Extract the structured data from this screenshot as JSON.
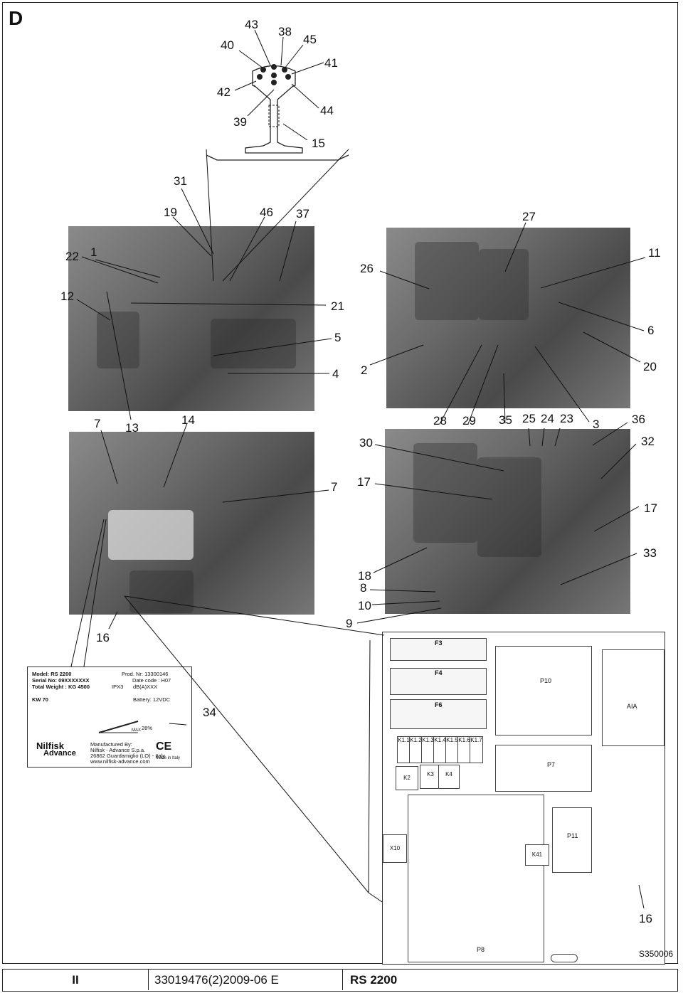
{
  "sheet": {
    "letter": "D",
    "code": "S350006"
  },
  "callouts": {
    "n43": "43",
    "n38": "38",
    "n40": "40",
    "n45": "45",
    "n41": "41",
    "n42": "42",
    "n44": "44",
    "n39": "39",
    "n15": "15",
    "n31": "31",
    "n19": "19",
    "n46": "46",
    "n37": "37",
    "n27": "27",
    "n22": "22",
    "n1": "1",
    "n26": "26",
    "n11": "11",
    "n12": "12",
    "n21": "21",
    "n6": "6",
    "n5": "5",
    "n4": "4",
    "n2": "2",
    "n20": "20",
    "n7a": "7",
    "n13": "13",
    "n14": "14",
    "n28": "28",
    "n29": "29",
    "n35": "35",
    "n25": "25",
    "n24": "24",
    "n23": "23",
    "n3": "3",
    "n36": "36",
    "n30": "30",
    "n32": "32",
    "n7b": "7",
    "n17a": "17",
    "n17b": "17",
    "n33": "33",
    "n18": "18",
    "n8": "8",
    "n10": "10",
    "n9": "9",
    "n16a": "16",
    "n34": "34",
    "n16b": "16"
  },
  "label_plate": {
    "model": "Model: RS 2200",
    "prod_nr": "Prod. Nr: 13300146",
    "serial": "Serial No: 09XXXXXXX",
    "date_code": "Date code : H07",
    "weight": "Total Weight : KG 4500",
    "ipx": "IPX3",
    "db": "dB(A)XXX",
    "kw": "KW 70",
    "battery": "Battery: 12VDC",
    "max": "MAX",
    "slope": "28%",
    "brand_1": "Nilfisk",
    "brand_2": "Advance",
    "manufacturer": "Manufactured By:",
    "company": "Nilfisk - Advance S.p.a.",
    "address": "26862 Guardamiglio (LO) - Italy",
    "web": "www.nilfisk-advance.com",
    "ce": "CE",
    "made_in": "Made in Italy"
  },
  "fusebox": {
    "fuses": [
      "F3",
      "F4",
      "F6"
    ],
    "relays": [
      "K1.1",
      "K1.2",
      "K1.3",
      "K1.4",
      "K1.5",
      "K1.6",
      "K1.7"
    ],
    "boards": {
      "p10": "P10",
      "aia": "AIA",
      "p7": "P7",
      "p8": "P8",
      "p11": "P11"
    },
    "relay_k2": "K2",
    "relay_k3": "K3",
    "relay_k4": "K4",
    "connector_x10": "X10",
    "relay_k41": "K41"
  },
  "footer": {
    "section": "II",
    "doc": "33019476(2)2009-06 E",
    "model": "RS 2200"
  }
}
